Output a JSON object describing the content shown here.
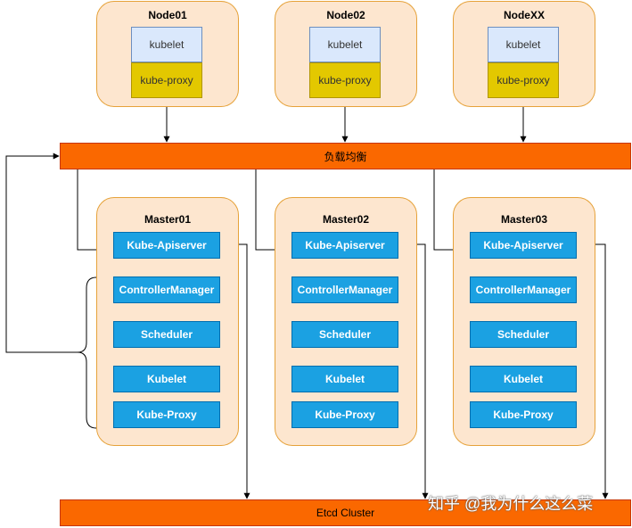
{
  "nodes": [
    {
      "title": "Node01",
      "kubelet": "kubelet",
      "proxy": "kube-proxy"
    },
    {
      "title": "Node02",
      "kubelet": "kubelet",
      "proxy": "kube-proxy"
    },
    {
      "title": "NodeXX",
      "kubelet": "kubelet",
      "proxy": "kube-proxy"
    }
  ],
  "load_balancer": {
    "label": "负载均衡"
  },
  "masters": [
    {
      "title": "Master01",
      "apiserver": "Kube-Apiserver",
      "controller": "ControllerManager",
      "scheduler": "Scheduler",
      "kubelet": "Kubelet",
      "proxy": "Kube-Proxy"
    },
    {
      "title": "Master02",
      "apiserver": "Kube-Apiserver",
      "controller": "ControllerManager",
      "scheduler": "Scheduler",
      "kubelet": "Kubelet",
      "proxy": "Kube-Proxy"
    },
    {
      "title": "Master03",
      "apiserver": "Kube-Apiserver",
      "controller": "ControllerManager",
      "scheduler": "Scheduler",
      "kubelet": "Kubelet",
      "proxy": "Kube-Proxy"
    }
  ],
  "etcd": {
    "label": "Etcd Cluster"
  },
  "watermark": "知乎 @我为什么这么菜",
  "colors": {
    "group_fill": "#fde6cf",
    "group_border": "#e6a23a",
    "kubelet_fill": "#dae8fc",
    "proxy_fill": "#e3c800",
    "component_fill": "#1ba1e2",
    "bar_fill": "#fa6800"
  }
}
